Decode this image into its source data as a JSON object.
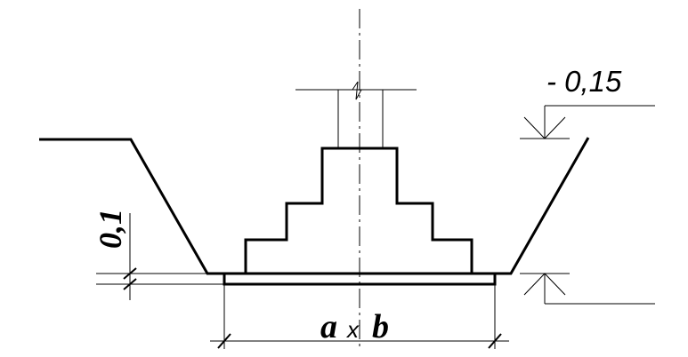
{
  "drawing": {
    "labels": {
      "level": "- 0,15",
      "thickness": "0,1",
      "dim_a": "a",
      "dim_x": "x",
      "dim_b": "b"
    },
    "colors": {
      "line": "#000000",
      "background": "#ffffff"
    }
  }
}
